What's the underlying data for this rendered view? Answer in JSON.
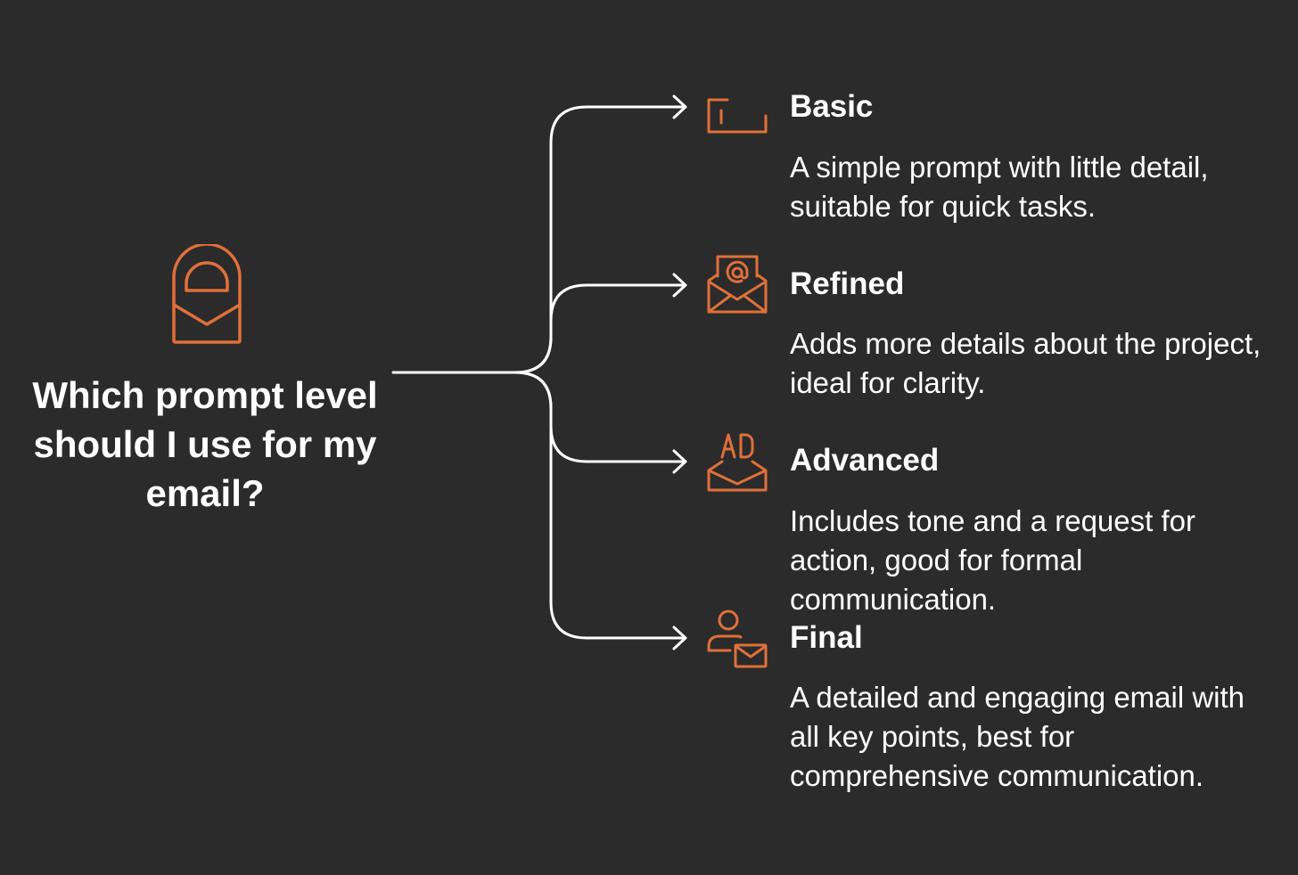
{
  "colors": {
    "background": "#2b2b2b",
    "accent": "#e0703a",
    "text": "#ffffff",
    "connector": "#ffffff"
  },
  "main": {
    "icon": "padlock-envelope-icon",
    "question": "Which prompt level should I use for my email?"
  },
  "options": [
    {
      "icon": "empty-tray-icon",
      "title": "Basic",
      "description": "A simple prompt with little detail, suitable for quick tasks."
    },
    {
      "icon": "at-sign-envelope-icon",
      "title": "Refined",
      "description": "Adds more details about the project, ideal for clarity."
    },
    {
      "icon": "ad-envelope-icon",
      "title": "Advanced",
      "description": "Includes tone and a request for action, good for formal communication."
    },
    {
      "icon": "person-envelope-icon",
      "title": "Final",
      "description": "A detailed and engaging email with all key points, best for comprehensive communication."
    }
  ]
}
